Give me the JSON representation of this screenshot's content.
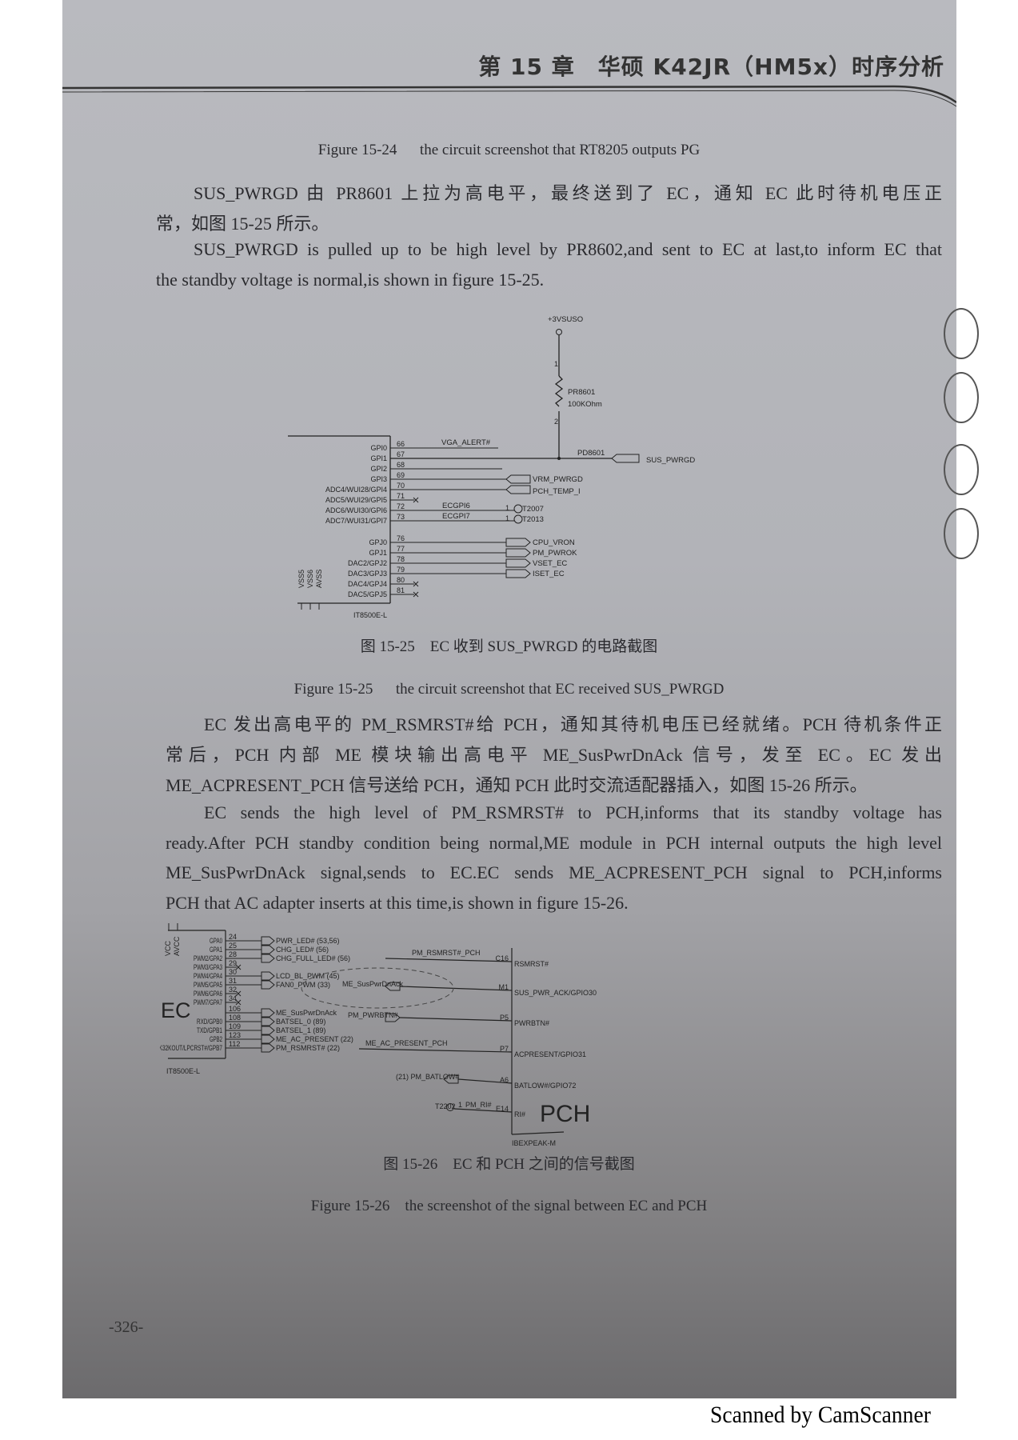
{
  "header": {
    "title": "第 15 章　华硕 K42JR（HM5x）时序分析"
  },
  "captions": {
    "fig15_24_en": "Figure 15-24      the circuit screenshot that RT8205 outputs PG",
    "fig15_25_cn": "图 15-25    EC 收到 SUS_PWRGD 的电路截图",
    "fig15_25_en": "Figure 15-25      the circuit screenshot that EC received SUS_PWRGD",
    "fig15_26_cn": "图 15-26    EC 和 PCH 之间的信号截图",
    "fig15_26_en": "Figure 15-26    the screenshot of the signal between EC and PCH"
  },
  "paragraphs": {
    "p1": [
      "SUS_PWRGD 由 PR8601 上拉为高电平，最终送到了 EC，通知 EC 此时待机电压正",
      "常，如图 15-25 所示。"
    ],
    "p2": [
      "SUS_PWRGD is pulled up to be high level by PR8602,and sent to EC at last,to inform EC that",
      "the standby voltage is normal,is shown in figure 15-25."
    ],
    "p3": [
      "EC 发出高电平的 PM_RSMRST#给 PCH，通知其待机电压已经就绪。PCH 待机条件正",
      "常后，PCH 内部 ME 模块输出高电平 ME_SusPwrDnAck 信号，发至 EC。EC 发出",
      "ME_ACPRESENT_PCH 信号送给 PCH，通知 PCH 此时交流适配器插入，如图 15-26 所示。"
    ],
    "p4": [
      "EC sends the high level of PM_RSMRST# to PCH,informs that its standby voltage has",
      "ready.After PCH standby condition being normal,ME module in PCH internal outputs the high level",
      "ME_SusPwrDnAck signal,sends to EC.EC sends ME_ACPRESENT_PCH signal to PCH,informs",
      "PCH that AC adapter inserts at this time,is shown in figure 15-26."
    ]
  },
  "schematic1": {
    "power": "+3VSUSO",
    "resistor": "PR8601",
    "resistor_value": "100KOhm",
    "pin1": "1",
    "pin2": "2",
    "net": "PD8601",
    "output": "SUS_PWRGD",
    "chip": "IT8500E-L",
    "power_pins": [
      "VSS5",
      "VSS6",
      "AVSS"
    ],
    "pins": [
      {
        "name": "GPI0",
        "num": "66",
        "net": "VGA_ALERT#"
      },
      {
        "name": "GPI1",
        "num": "67",
        "net": ""
      },
      {
        "name": "GPI2",
        "num": "68",
        "net": ""
      },
      {
        "name": "GPI3",
        "num": "69",
        "net": "",
        "port": "VRM_PWRGD"
      },
      {
        "name": "ADC4/WUI28/GPI4",
        "num": "70",
        "net": "",
        "port": "PCH_TEMP_I"
      },
      {
        "name": "ADC5/WUI29/GPI5",
        "num": "71",
        "net": "",
        "nc": true
      },
      {
        "name": "ADC6/WUI30/GPI6",
        "num": "72",
        "net": "ECGPI6",
        "tp": "T2007"
      },
      {
        "name": "ADC7/WUI31/GPI7",
        "num": "73",
        "net": "ECGPI7",
        "tp": "T2013"
      },
      {
        "name": "GPJ0",
        "num": "76",
        "net": "",
        "out": "CPU_VRON"
      },
      {
        "name": "GPJ1",
        "num": "77",
        "net": "",
        "out": "PM_PWROK"
      },
      {
        "name": "DAC2/GPJ2",
        "num": "78",
        "net": "",
        "out": "VSET_EC"
      },
      {
        "name": "DAC3/GPJ3",
        "num": "79",
        "net": "",
        "out": "ISET_EC"
      },
      {
        "name": "DAC4/GPJ4",
        "num": "80",
        "net": "",
        "nc": true
      },
      {
        "name": "DAC5/GPJ5",
        "num": "81",
        "net": "",
        "nc": true
      }
    ]
  },
  "schematic2": {
    "ec_label": "EC",
    "ec_chip": "IT8500E-L",
    "ec_power": [
      "VCC",
      "AVCC"
    ],
    "ec_pins": [
      {
        "name": "GPA0",
        "num": "24",
        "out": "PWR_LED#  (53,56)"
      },
      {
        "name": "GPA1",
        "num": "25",
        "out": "CHG_LED#  (56)"
      },
      {
        "name": "PWM2/GPA2",
        "num": "28",
        "out": "CHG_FULL_LED#  (56)"
      },
      {
        "name": "PWM3/GPA3",
        "num": "29",
        "nc": true
      },
      {
        "name": "PWM4/GPA4",
        "num": "30",
        "out": "LCD_BL_PWM  (45)"
      },
      {
        "name": "PWM5/GPA5",
        "num": "31",
        "out": "FAN0_PWM  (33)"
      },
      {
        "name": "PWM6/GPA6",
        "num": "32",
        "nc": true
      },
      {
        "name": "PWM7/GPA7",
        "num": "34",
        "nc": true
      },
      {
        "name": "",
        "num": "106",
        "out": "ME_SusPwrDnAck"
      },
      {
        "name": "RXD/GPB0",
        "num": "108",
        "out": "BATSEL_0  (89)"
      },
      {
        "name": "TXD/GPB1",
        "num": "109",
        "out": "BATSEL_1  (89)"
      },
      {
        "name": "GPB2",
        "num": "123",
        "out": "ME_AC_PRESENT  (22)"
      },
      {
        "name": "CK32KOUT/LPCRST#/GPB7",
        "num": "112",
        "out": "PM_RSMRST#  (22)"
      }
    ],
    "pch_label": "PCH",
    "pch_chip": "IBEXPEAK-M",
    "pch_pins": [
      {
        "signal": "PM_RSMRST#_PCH",
        "ball": "C16",
        "name": "RSMRST#",
        "type": "wire"
      },
      {
        "signal": "ME_SusPwrDnAck",
        "ball": "M1",
        "name": "SUS_PWR_ACK/GPIO30",
        "type": "out",
        "highlight": true
      },
      {
        "signal": "PM_PWRBTN#",
        "ball": "P5",
        "name": "PWRBTN#",
        "type": "in"
      },
      {
        "signal": "ME_AC_PRESENT_PCH",
        "ball": "P7",
        "name": "ACPRESENT/GPIO31",
        "type": "wire"
      },
      {
        "signal": "(21)  PM_BATLOW#",
        "ball": "A6",
        "name": "BATLOW#/GPIO72",
        "type": "out"
      },
      {
        "signal": "PM_RI#",
        "ball": "E14",
        "name": "RI#",
        "type": "tp",
        "tp": "T2202",
        "tp_pin": "1"
      }
    ]
  },
  "footer": {
    "page_number": "-326-",
    "watermark": "Scanned by CamScanner"
  }
}
